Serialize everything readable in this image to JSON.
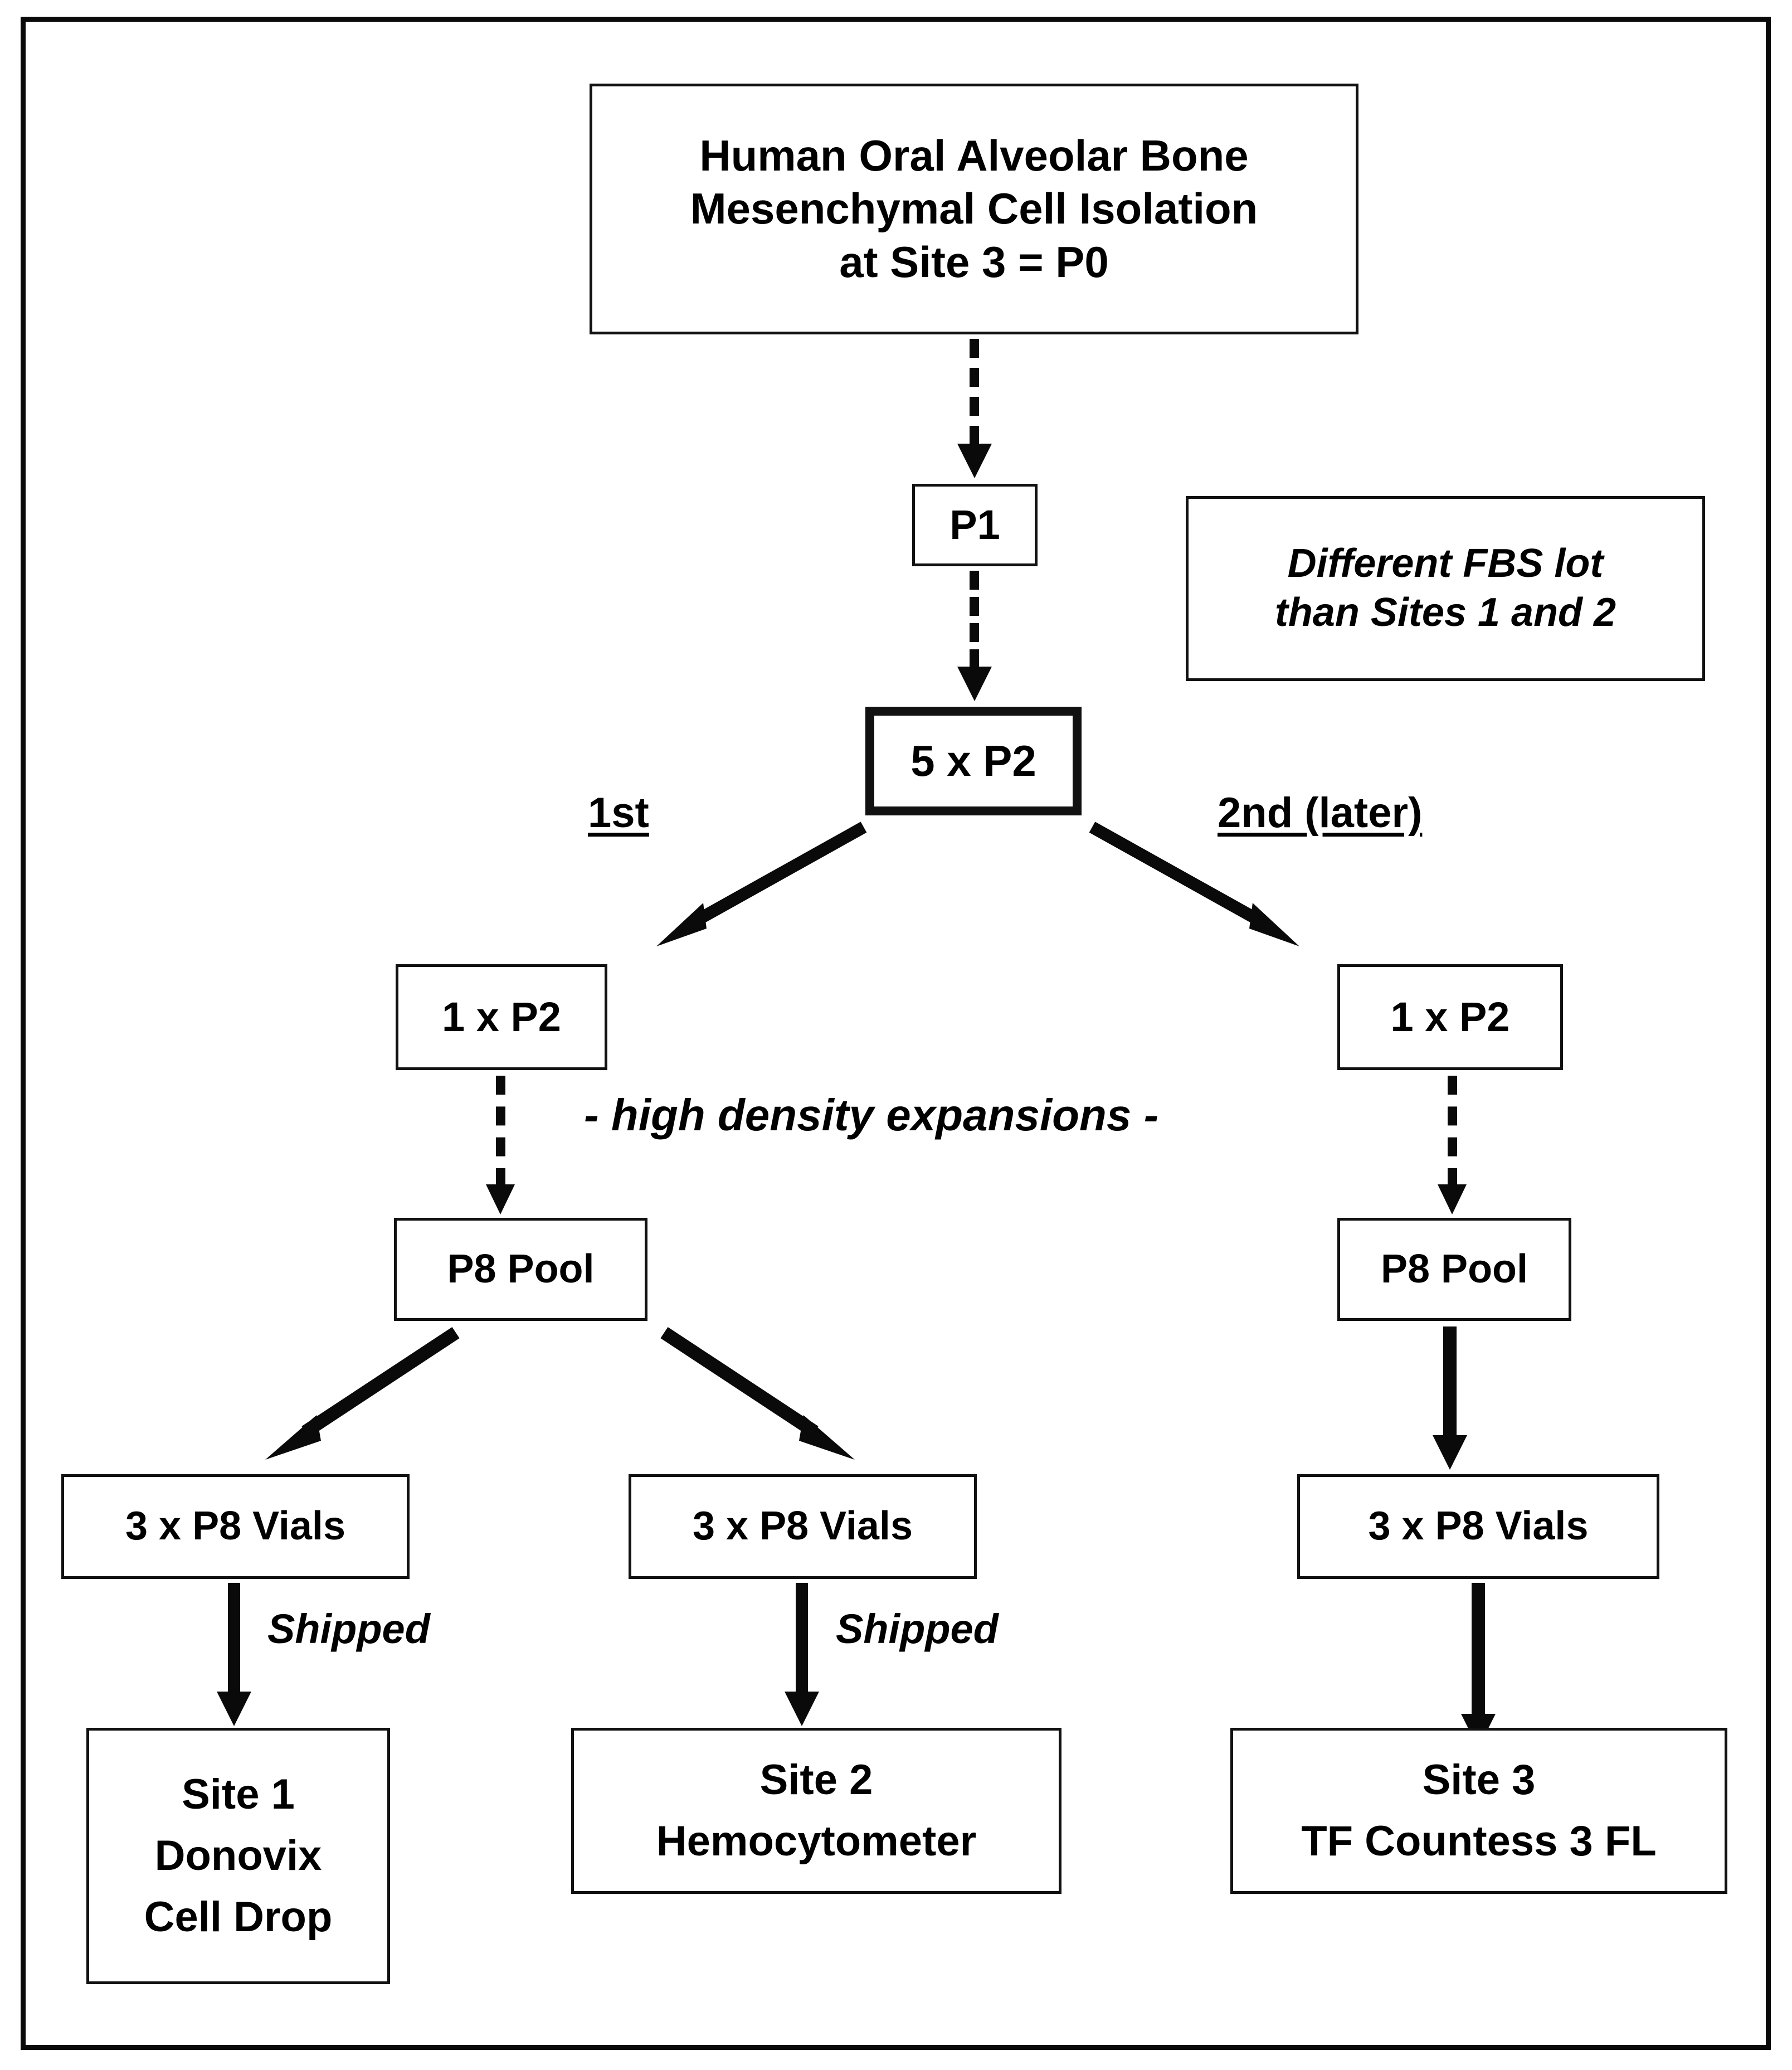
{
  "diagram": {
    "title_box": {
      "lines": [
        "Human Oral Alveolar Bone",
        "Mesenchymal Cell Isolation",
        "at Site 3 = P0"
      ]
    },
    "p1_box": {
      "label": "P1"
    },
    "fbs_note": {
      "lines": [
        "Different FBS lot",
        "than Sites 1 and 2"
      ]
    },
    "p2_master_box": {
      "label": "5 x P2"
    },
    "branch_labels": {
      "left": "1st",
      "right": "2nd  (later)"
    },
    "left_p2_box": {
      "label": "1 x P2"
    },
    "right_p2_box": {
      "label": "1 x P2"
    },
    "expansion_note": {
      "text": "- high density expansions -"
    },
    "left_pool_box": {
      "label": "P8 Pool"
    },
    "right_pool_box": {
      "label": "P8 Pool"
    },
    "vials_left": {
      "label": "3 x P8 Vials"
    },
    "vials_middle": {
      "label": "3 x P8 Vials"
    },
    "vials_right": {
      "label": "3 x P8 Vials"
    },
    "shipped_left": {
      "text": "Shipped"
    },
    "shipped_middle": {
      "text": "Shipped"
    },
    "site1_box": {
      "lines": [
        "Site 1",
        "Donovix",
        "Cell Drop"
      ]
    },
    "site2_box": {
      "lines": [
        "Site 2",
        "Hemocytometer"
      ]
    },
    "site3_box": {
      "lines": [
        "Site 3",
        "TF Countess 3 FL"
      ]
    },
    "colors": {
      "ink": "#0a0a0a",
      "paper": "#ffffff",
      "border": "#111111"
    }
  }
}
